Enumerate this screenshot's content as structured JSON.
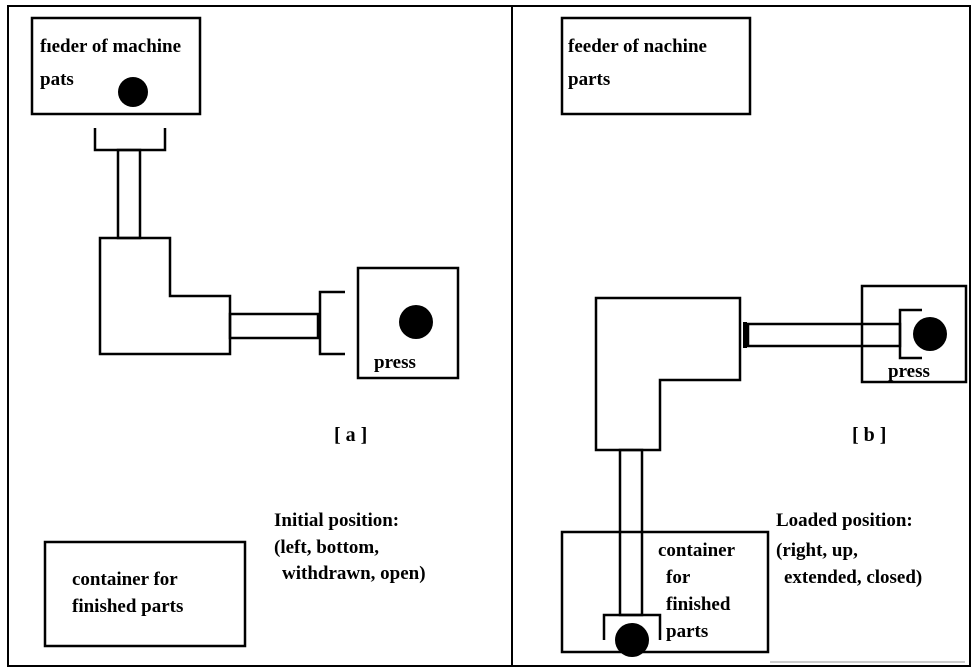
{
  "panel_a": {
    "feeder_label": "fıeder of machine",
    "feeder_label_2": "pats",
    "press_label": "press",
    "panel_tag": "[ a ]",
    "position_title": "Initial position:",
    "position_line_1": "(left, bottom,",
    "position_line_2": "withdrawn, open)",
    "container_line_1": "container for",
    "container_line_2": "finished parts"
  },
  "panel_b": {
    "feeder_label": "feeder of nachine",
    "feeder_label_2": "parts",
    "press_label": "press",
    "panel_tag": "[ b ]",
    "position_title": "Loaded position:",
    "position_line_1": "(right, up,",
    "position_line_2": "extended, closed)",
    "container_line_1": "container",
    "container_line_2": "for",
    "container_line_3": "finished",
    "container_line_4": "parts"
  }
}
